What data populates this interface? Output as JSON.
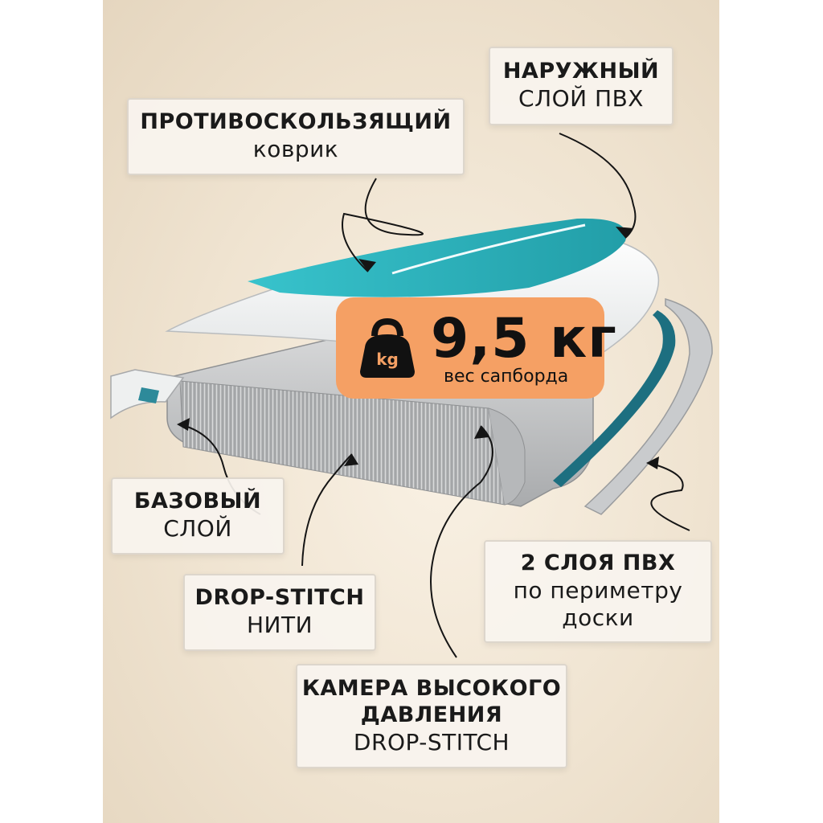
{
  "weight": {
    "value": "9,5 кг",
    "caption": "вес сапборда",
    "icon_text": "kg"
  },
  "labels": {
    "anti_slip": {
      "line1": "ПРОТИВОСКОЛЬЗЯЩИЙ",
      "line2": "коврик"
    },
    "outer_pvc": {
      "line1": "НАРУЖНЫЙ",
      "line2": "СЛОЙ ПВХ"
    },
    "base_layer": {
      "line1": "БАЗОВЫЙ",
      "line2": "СЛОЙ"
    },
    "drop_stitch_threads": {
      "line1": "DROP-STITCH",
      "line2": "НИТИ"
    },
    "two_pvc_layers": {
      "line1": "2 СЛОЯ ПВХ",
      "line2": "по периметру",
      "line3": "доски"
    },
    "chamber": {
      "line1": "КАМЕРА ВЫСОКОГО",
      "line2": "ДАВЛЕНИЯ",
      "line3": "DROP-STITCH"
    }
  },
  "colors": {
    "background": "#efe3d0",
    "teal_deck": "#2fb3bd",
    "dark_teal_edge": "#1d6f80",
    "board_gray": "#b7b9bb",
    "badge_orange": "#f5a064"
  }
}
